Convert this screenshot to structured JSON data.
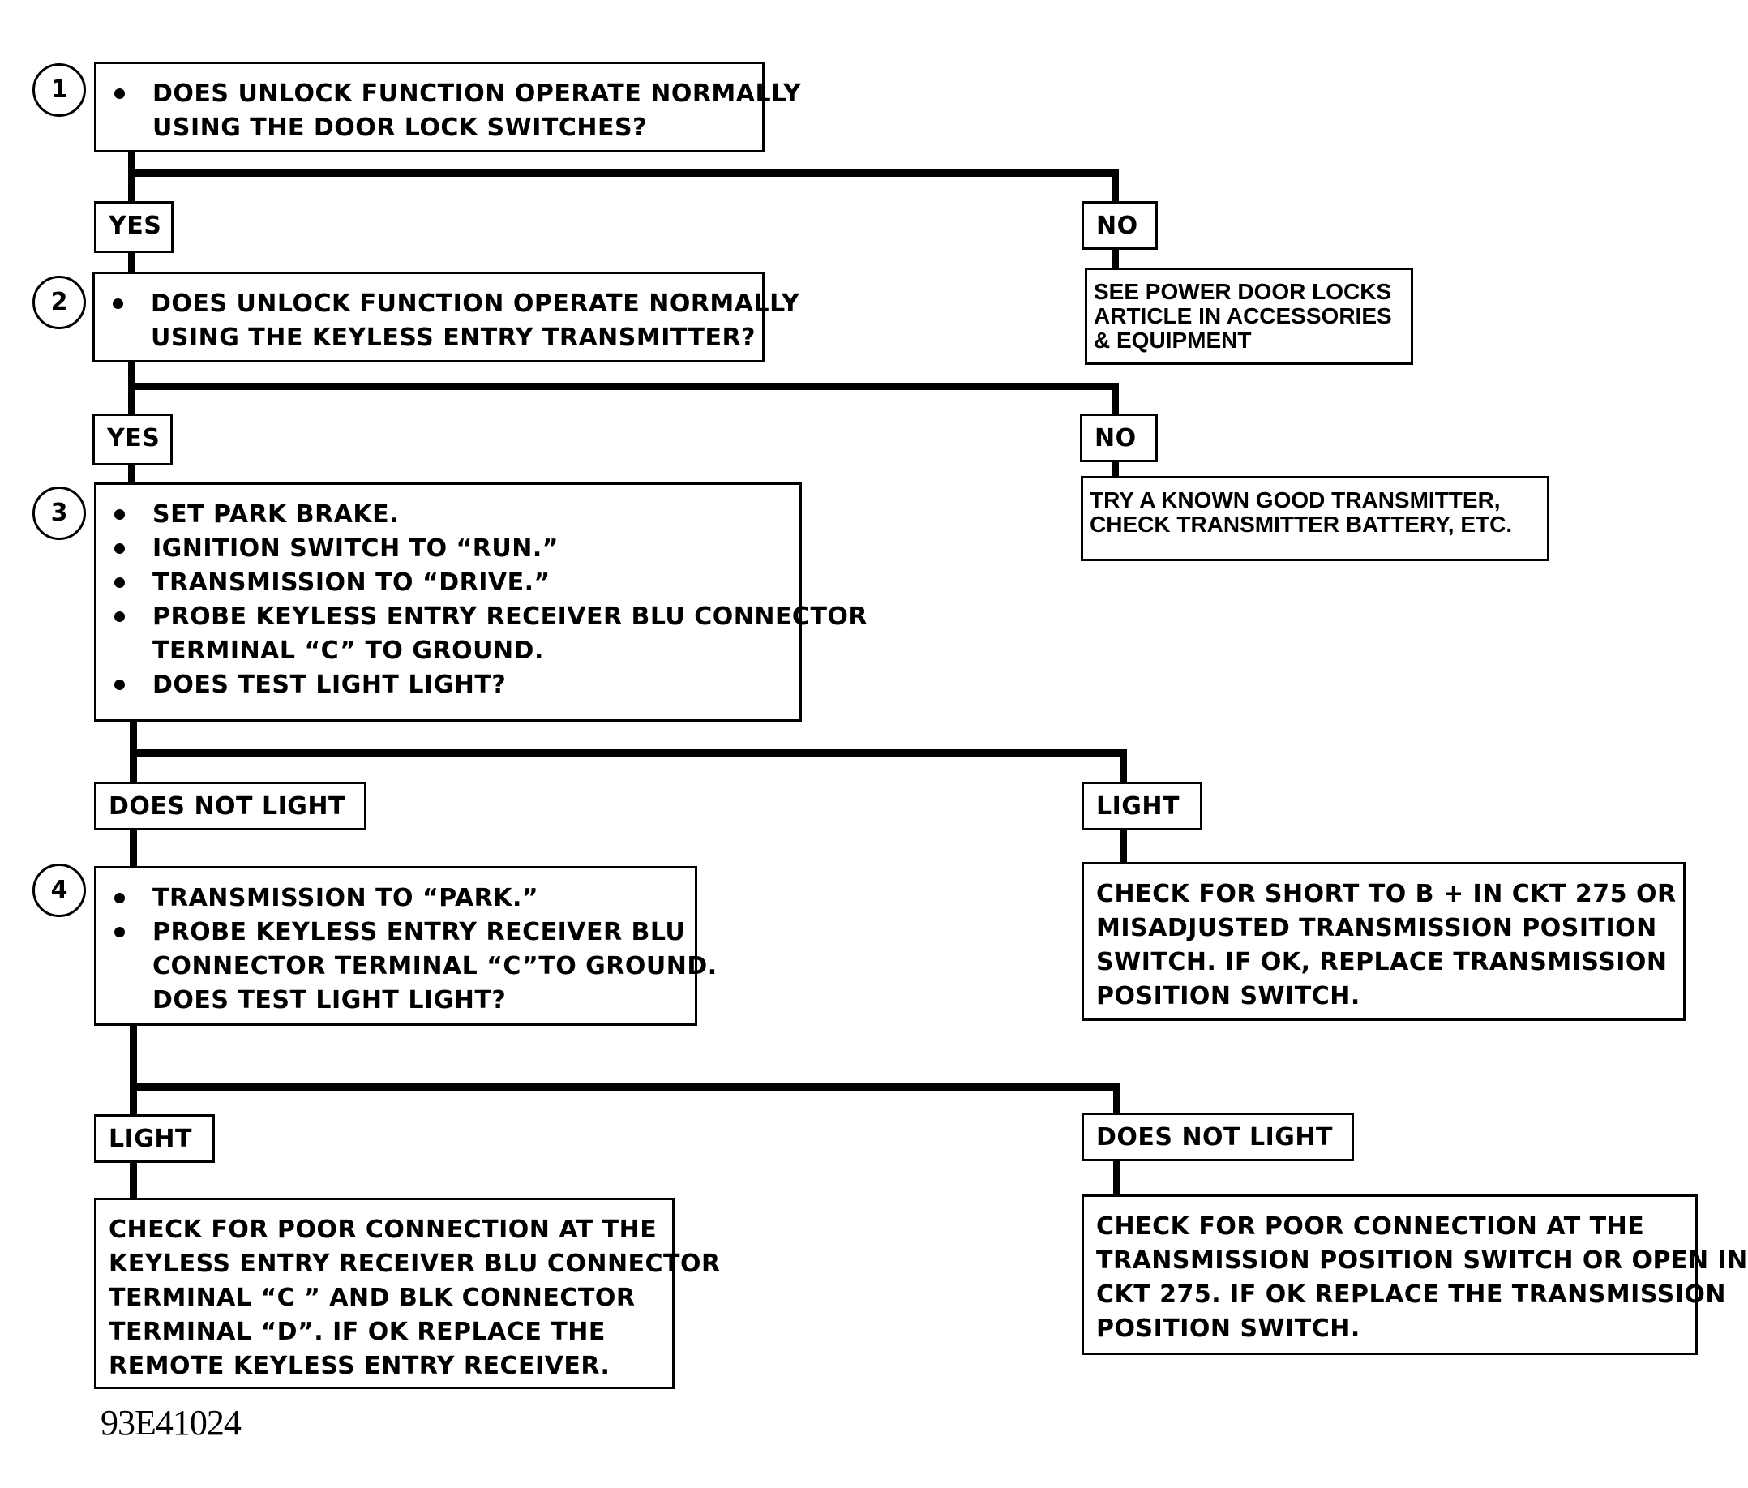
{
  "steps": [
    {
      "number": "1",
      "lines": [
        {
          "text": "DOES UNLOCK FUNCTION OPERATE NORMALLY",
          "bullet": true
        },
        {
          "text": "USING THE DOOR LOCK SWITCHES?",
          "bullet": false
        }
      ]
    },
    {
      "number": "2",
      "lines": [
        {
          "text": "DOES UNLOCK FUNCTION OPERATE NORMALLY",
          "bullet": true
        },
        {
          "text": "USING THE KEYLESS ENTRY TRANSMITTER?",
          "bullet": false
        }
      ]
    },
    {
      "number": "3",
      "lines": [
        {
          "text": "SET PARK BRAKE.",
          "bullet": true
        },
        {
          "text": "IGNITION SWITCH TO “RUN.”",
          "bullet": true
        },
        {
          "text": "TRANSMISSION TO “DRIVE.”",
          "bullet": true
        },
        {
          "text": "PROBE KEYLESS ENTRY RECEIVER BLU CONNECTOR",
          "bullet": true
        },
        {
          "text": "TERMINAL “C” TO GROUND.",
          "bullet": false
        },
        {
          "text": "DOES TEST LIGHT LIGHT?",
          "bullet": true
        }
      ]
    },
    {
      "number": "4",
      "lines": [
        {
          "text": "TRANSMISSION TO “PARK.”",
          "bullet": true
        },
        {
          "text": "PROBE KEYLESS ENTRY RECEIVER BLU",
          "bullet": true
        },
        {
          "text": "CONNECTOR TERMINAL “C”TO GROUND.",
          "bullet": false
        },
        {
          "text": "DOES TEST LIGHT LIGHT?",
          "bullet": false
        }
      ]
    }
  ],
  "branch_labels": {
    "step1_yes": "YES",
    "step1_no": "NO",
    "step2_yes": "YES",
    "step2_no": "NO",
    "step3_does_not_light": "DOES NOT LIGHT",
    "step3_light": "LIGHT",
    "step4_light": "LIGHT",
    "step4_does_not_light": "DOES NOT LIGHT"
  },
  "outcomes": {
    "step1_no": [
      "SEE POWER DOOR LOCKS",
      "ARTICLE IN ACCESSORIES",
      "& EQUIPMENT"
    ],
    "step2_no": [
      "TRY A KNOWN GOOD TRANSMITTER,",
      "CHECK TRANSMITTER BATTERY, ETC."
    ],
    "step3_light": [
      "CHECK FOR SHORT TO B + IN CKT 275 OR",
      "MISADJUSTED TRANSMISSION POSITION",
      "SWITCH.  IF OK, REPLACE TRANSMISSION",
      "POSITION SWITCH."
    ],
    "step4_light": [
      "CHECK FOR POOR CONNECTION AT THE",
      "KEYLESS ENTRY RECEIVER BLU CONNECTOR",
      "TERMINAL “C ” AND BLK CONNECTOR",
      "TERMINAL “D”.  IF OK REPLACE THE",
      "REMOTE KEYLESS ENTRY RECEIVER."
    ],
    "step4_does_not_light": [
      "CHECK FOR POOR CONNECTION AT THE",
      "TRANSMISSION POSITION SWITCH OR OPEN IN",
      "CKT 275.  IF OK REPLACE THE TRANSMISSION",
      "POSITION SWITCH."
    ]
  },
  "figure_id": "93E41024"
}
